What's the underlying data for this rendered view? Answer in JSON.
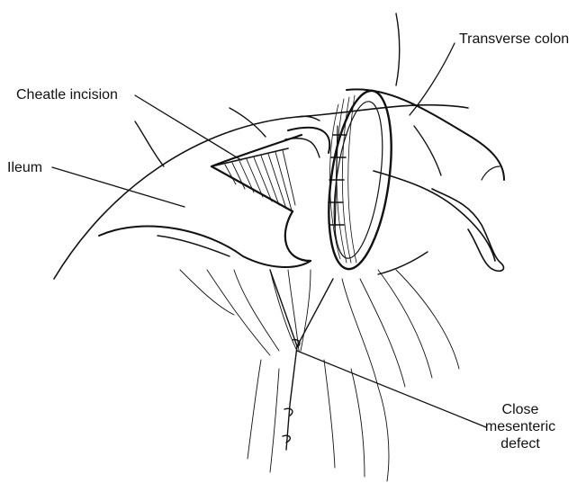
{
  "labels": {
    "transverse_colon": "Transverse colon",
    "cheatle_incision": "Cheatle incision",
    "ileum": "Ileum",
    "close_mesenteric_defect": [
      "Close",
      "mesenteric",
      "defect"
    ]
  },
  "colors": {
    "ink": "#111111",
    "background": "#ffffff"
  }
}
